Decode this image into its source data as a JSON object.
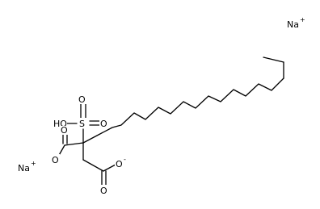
{
  "structure": {
    "ion_1": {
      "symbol": "Na",
      "charge": "+"
    },
    "ion_2": {
      "symbol": "Na",
      "charge": "+"
    },
    "sulfo": {
      "hydroxyl": "HO",
      "sulfur": "S",
      "oxo_upper": "O",
      "oxo_right": "O"
    },
    "carboxyl": {
      "oxygen_double": "O",
      "hydroxyl_oxygen": "O"
    },
    "carboxylate": {
      "oxygen_minus": "O",
      "minus": "-",
      "oxygen_double": "O"
    }
  }
}
